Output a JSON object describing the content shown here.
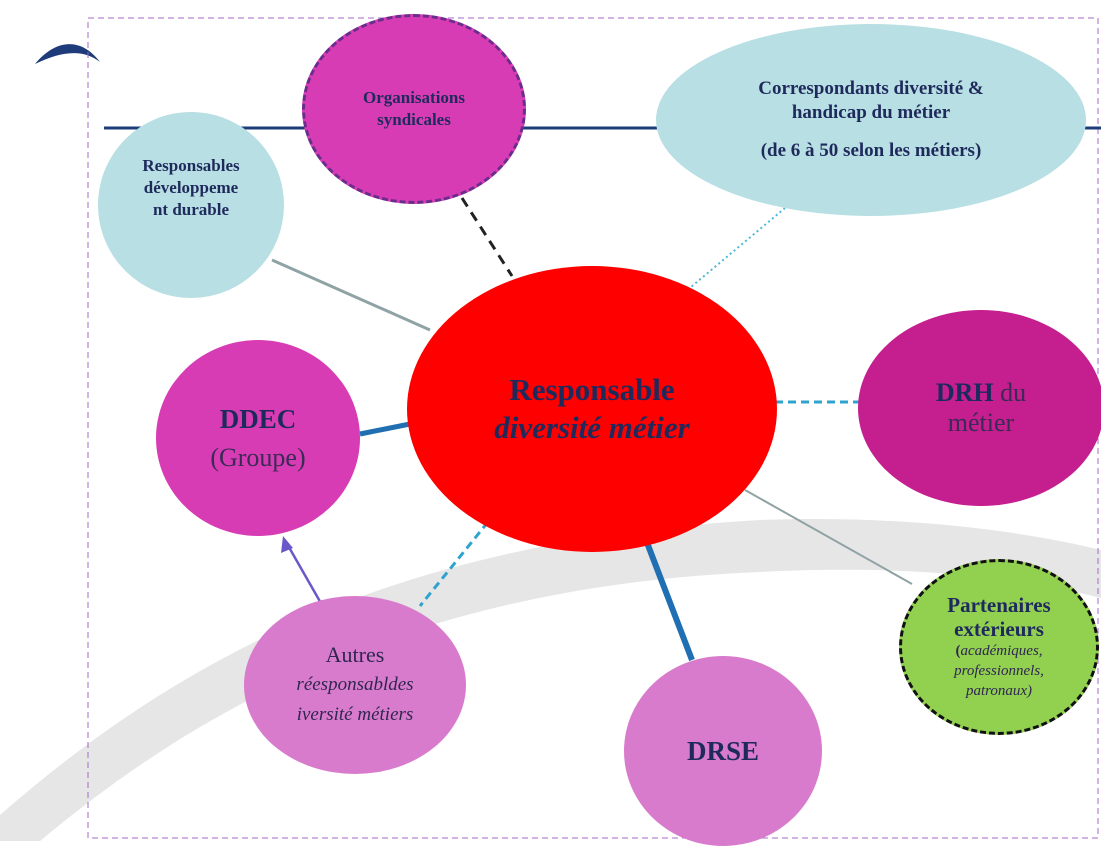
{
  "diagram": {
    "center": {
      "line1": "Responsable",
      "line2": "diversité métier"
    },
    "organisations": {
      "line1": "Organisations",
      "line2": "syndicales"
    },
    "correspondants": {
      "line1": "Correspondants diversité &",
      "line2": "handicap du métier",
      "line3": "(de 6 à 50 selon les métiers)"
    },
    "responsables_dd": {
      "line1": "Responsables",
      "line2": "développeme",
      "line3": "nt durable"
    },
    "drh": {
      "bold": "DRH",
      "rest": " du",
      "line2": "métier"
    },
    "ddec": {
      "line1": "DDEC",
      "line2": "(Groupe)"
    },
    "autres": {
      "line1": "Autres",
      "line2": "réesponsabldes",
      "line3": "iversité métiers"
    },
    "drse": {
      "line1": "DRSE"
    },
    "partenaires": {
      "line1": "Partenaires",
      "line2": "extérieurs",
      "paren_open": "(",
      "line3a": "académiques,",
      "line4": "professionnels,",
      "line5": "patronaux)"
    }
  },
  "colors": {
    "center": "#ff0000",
    "magenta": "#d83cb4",
    "purple": "#c41e8f",
    "pink": "#d97bcc",
    "light_blue": "#b8dfe3",
    "green": "#92d050",
    "navy_line": "#1f3c7a"
  },
  "icons": [
    "logo-swoosh-icon"
  ]
}
